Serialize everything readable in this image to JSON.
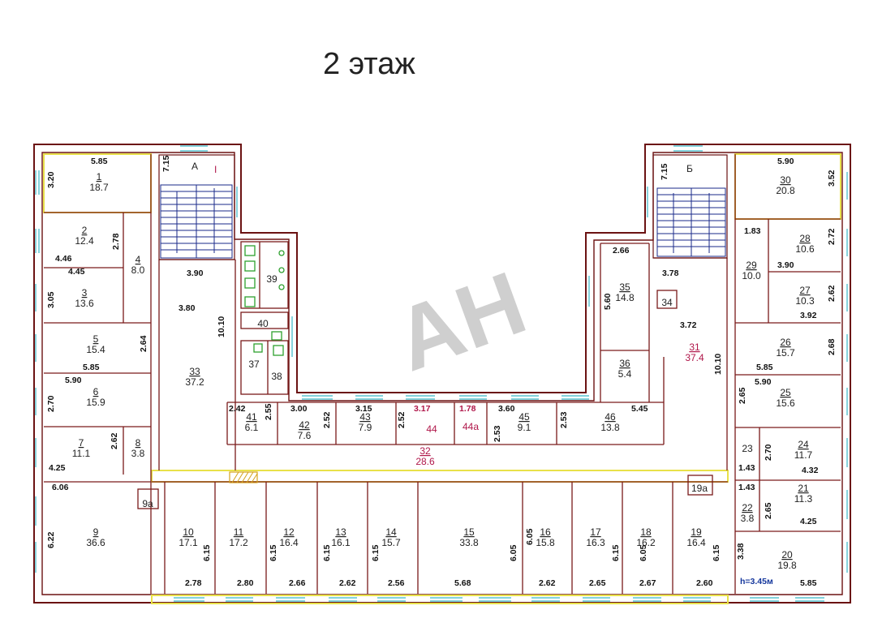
{
  "title": "2 этаж",
  "watermark": "AH",
  "height_note": "h=3.45м",
  "stair_labels": {
    "left": "А",
    "right": "Б",
    "left_mark": "I"
  },
  "colors": {
    "wall": "#6b1212",
    "window": "#38b6c7",
    "highlight": "#b0174a",
    "stairs": "#1a2a8a",
    "wc": "#2ea02e"
  },
  "rooms": [
    {
      "id": "1",
      "area": "18.7"
    },
    {
      "id": "2",
      "area": "12.4"
    },
    {
      "id": "3",
      "area": "13.6"
    },
    {
      "id": "4",
      "area": "8.0"
    },
    {
      "id": "5",
      "area": "15.4"
    },
    {
      "id": "6",
      "area": "15.9"
    },
    {
      "id": "7",
      "area": "11.1"
    },
    {
      "id": "8",
      "area": "3.8"
    },
    {
      "id": "9",
      "area": "36.6"
    },
    {
      "id": "9а",
      "area": ""
    },
    {
      "id": "10",
      "area": "17.1"
    },
    {
      "id": "11",
      "area": "17.2"
    },
    {
      "id": "12",
      "area": "16.4"
    },
    {
      "id": "13",
      "area": "16.1"
    },
    {
      "id": "14",
      "area": "15.7"
    },
    {
      "id": "15",
      "area": "33.8"
    },
    {
      "id": "16",
      "area": "15.8"
    },
    {
      "id": "17",
      "area": "16.3"
    },
    {
      "id": "18",
      "area": "16.2"
    },
    {
      "id": "19",
      "area": "16.4"
    },
    {
      "id": "19а",
      "area": ""
    },
    {
      "id": "20",
      "area": "19.8"
    },
    {
      "id": "21",
      "area": "11.3"
    },
    {
      "id": "22",
      "area": "3.8"
    },
    {
      "id": "23",
      "area": ""
    },
    {
      "id": "24",
      "area": "11.7"
    },
    {
      "id": "25",
      "area": "15.6"
    },
    {
      "id": "26",
      "area": "15.7"
    },
    {
      "id": "27",
      "area": "10.3"
    },
    {
      "id": "28",
      "area": "10.6"
    },
    {
      "id": "29",
      "area": "10.0"
    },
    {
      "id": "30",
      "area": "20.8"
    },
    {
      "id": "31",
      "area": "37.4"
    },
    {
      "id": "32",
      "area": "28.6"
    },
    {
      "id": "33",
      "area": "37.2"
    },
    {
      "id": "34",
      "area": ""
    },
    {
      "id": "35",
      "area": "14.8"
    },
    {
      "id": "36",
      "area": "5.4"
    },
    {
      "id": "37",
      "area": ""
    },
    {
      "id": "38",
      "area": ""
    },
    {
      "id": "39",
      "area": ""
    },
    {
      "id": "40",
      "area": ""
    },
    {
      "id": "41",
      "area": "6.1"
    },
    {
      "id": "42",
      "area": "7.6"
    },
    {
      "id": "43",
      "area": "7.9"
    },
    {
      "id": "44",
      "area": ""
    },
    {
      "id": "44а",
      "area": ""
    },
    {
      "id": "45",
      "area": "9.1"
    },
    {
      "id": "46",
      "area": "13.8"
    }
  ],
  "dimensions": [
    "5.85",
    "3.20",
    "4.46",
    "2.78",
    "4.45",
    "3.05",
    "2.64",
    "5.85",
    "5.90",
    "2.70",
    "2.62",
    "4.25",
    "6.06",
    "6.22",
    "7.15",
    "3.90",
    "3.80",
    "10.10",
    "2.42",
    "2.55",
    "3.00",
    "2.52",
    "3.15",
    "2.52",
    "3.17",
    "1.78",
    "3.60",
    "2.53",
    "2.53",
    "5.45",
    "2.66",
    "5.60",
    "3.78",
    "3.72",
    "10.10",
    "7.15",
    "5.90",
    "3.52",
    "1.83",
    "2.72",
    "3.90",
    "3.92",
    "2.62",
    "5.85",
    "2.68",
    "5.90",
    "2.65",
    "2.70",
    "4.32",
    "1.43",
    "1.43",
    "2.65",
    "4.25",
    "3.38",
    "5.85",
    "2.78",
    "6.15",
    "2.80",
    "6.15",
    "2.66",
    "6.15",
    "2.62",
    "6.15",
    "2.56",
    "5.68",
    "6.05",
    "6.05",
    "2.62",
    "6.15",
    "2.65",
    "6.05",
    "2.67",
    "6.15",
    "2.60"
  ]
}
